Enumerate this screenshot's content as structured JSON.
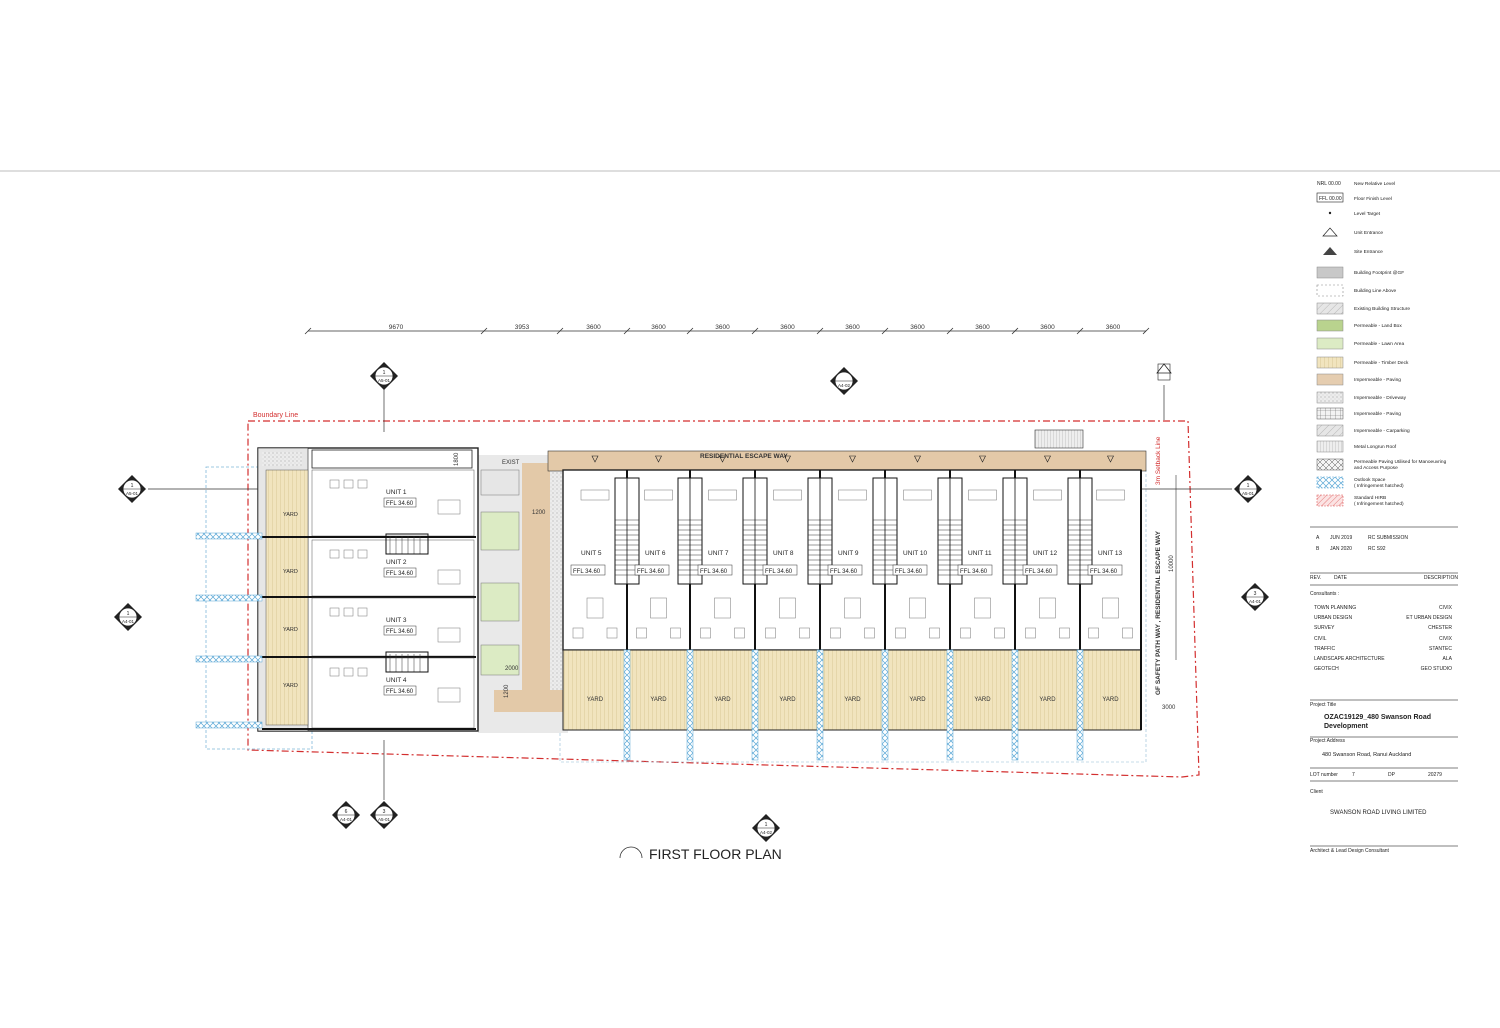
{
  "plan": {
    "title": "FIRST FLOOR PLAN",
    "boundary_label": "Boundary Line",
    "escape_way_label": "RESIDENTIAL ESCAPE WAY",
    "safety_path_label": "GF SAFETY PATH WAY , RESIDENTIAL ESCAPE WAY",
    "setback_label": "3m Setback Line",
    "exist_label": "EXIST",
    "dimensions_top": [
      "9670",
      "3953",
      "3600",
      "3600",
      "3600",
      "3600",
      "3600",
      "3600",
      "3600",
      "3600",
      "3600"
    ],
    "dimension_right": "10000",
    "dimension_bottom_right": "3000",
    "dimension_1200": "1200",
    "dimension_2000": "2000",
    "dimension_1200b": "1200",
    "dimension_1800": "1800",
    "left_units": [
      {
        "name": "UNIT 1",
        "ffl": "FFL 34.60",
        "yard": "YARD"
      },
      {
        "name": "UNIT 2",
        "ffl": "FFL 34.60",
        "yard": "YARD"
      },
      {
        "name": "UNIT 3",
        "ffl": "FFL 34.60",
        "yard": "YARD"
      },
      {
        "name": "UNIT 4",
        "ffl": "FFL 34.60",
        "yard": "YARD"
      }
    ],
    "right_units": [
      {
        "name": "UNIT 5",
        "ffl": "FFL 34.60",
        "yard": "YARD"
      },
      {
        "name": "UNIT 6",
        "ffl": "FFL 34.60",
        "yard": "YARD"
      },
      {
        "name": "UNIT 7",
        "ffl": "FFL 34.60",
        "yard": "YARD"
      },
      {
        "name": "UNIT 8",
        "ffl": "FFL 34.60",
        "yard": "YARD"
      },
      {
        "name": "UNIT 9",
        "ffl": "FFL 34.60",
        "yard": "YARD"
      },
      {
        "name": "UNIT 10",
        "ffl": "FFL 34.60",
        "yard": "YARD"
      },
      {
        "name": "UNIT 11",
        "ffl": "FFL 34.60",
        "yard": "YARD"
      },
      {
        "name": "UNIT 12",
        "ffl": "FFL 34.60",
        "yard": "YARD"
      },
      {
        "name": "UNIT 13",
        "ffl": "FFL 34.60",
        "yard": "YARD"
      }
    ],
    "section_markers": [
      {
        "num": "1",
        "ref": "A5-01"
      },
      {
        "num": "",
        "ref": "A4-02"
      },
      {
        "num": "1",
        "ref": "A5-01"
      },
      {
        "num": "1",
        "ref": "A5-01"
      },
      {
        "num": "1",
        "ref": "A4-01"
      },
      {
        "num": "3",
        "ref": "A4-01"
      },
      {
        "num": "6",
        "ref": "A4-01"
      },
      {
        "num": "3",
        "ref": "A5-01"
      },
      {
        "num": "1",
        "ref": "A4-02"
      }
    ]
  },
  "legend": [
    {
      "symbol": "NRL 00.00",
      "label": "New Relative Level",
      "kind": "text"
    },
    {
      "symbol": "FFL 00.00",
      "label": "Floor Finish Level",
      "kind": "boxtext"
    },
    {
      "symbol": "",
      "label": "Level Target",
      "kind": "dot"
    },
    {
      "symbol": "",
      "label": "Unit Entrance",
      "kind": "tri-open"
    },
    {
      "symbol": "",
      "label": "Site Entrance",
      "kind": "tri-fill"
    },
    {
      "symbol": "",
      "label": "Building Footprint @GF",
      "kind": "fill",
      "color": "#c8c8c8"
    },
    {
      "symbol": "",
      "label": "Building Line Above",
      "kind": "dashed"
    },
    {
      "symbol": "",
      "label": "Existing Building Structure",
      "kind": "hatch",
      "color": "#e6e6e6"
    },
    {
      "symbol": "",
      "label": "Permeable - Land Box",
      "kind": "fill",
      "color": "#b9d38e"
    },
    {
      "symbol": "",
      "label": "Permeable - Lawn Area",
      "kind": "fill",
      "color": "#dcebc4"
    },
    {
      "symbol": "",
      "label": "Permeable - Timber Deck",
      "kind": "stripes",
      "color": "#efe2bd"
    },
    {
      "symbol": "",
      "label": "Impermeable - Paving",
      "kind": "fill",
      "color": "#e5cdb0"
    },
    {
      "symbol": "",
      "label": "Impermeable - Driveway",
      "kind": "dots",
      "color": "#e9e9e9"
    },
    {
      "symbol": "",
      "label": "Impermeable - Paving",
      "kind": "grid",
      "color": "#f2f2f2"
    },
    {
      "symbol": "",
      "label": "Impermeable - Carparking",
      "kind": "hatch",
      "color": "#dcdcdc"
    },
    {
      "symbol": "",
      "label": "Metal Longrun Roof",
      "kind": "vlines",
      "color": "#eeeeee"
    },
    {
      "symbol": "",
      "label": "Permeable Paving Utilised for Manoeuvring and Access Purpose",
      "kind": "cross",
      "color": "#f4f4f4"
    },
    {
      "symbol": "",
      "label": "Outlook Space ( Infringement hatched)",
      "kind": "outlook",
      "color": "#7fb6d9"
    },
    {
      "symbol": "",
      "label": "Standard HIRB ( Infringement hatched)",
      "kind": "hirb",
      "color": "#e06060"
    }
  ],
  "revisions": [
    {
      "rev": "A",
      "date": "JUN 2019",
      "desc": "RC SUBMISSION"
    },
    {
      "rev": "B",
      "date": "JAN 2020",
      "desc": "RC S92"
    }
  ],
  "revision_headers": {
    "rev": "REV.",
    "date": "DATE",
    "desc": "DESCRIPTION"
  },
  "consultants_label": "Consultants :",
  "consultants": [
    {
      "role": "TOWN PLANNING",
      "firm": "CIVIX"
    },
    {
      "role": "URBAN DESIGN",
      "firm": "ET URBAN DESIGN"
    },
    {
      "role": "SURVEY",
      "firm": "CHESTER"
    },
    {
      "role": "CIVIL",
      "firm": "CIVIX"
    },
    {
      "role": "TRAFFIC",
      "firm": "STANTEC"
    },
    {
      "role": "LANDSCAPE ARCHITECTURE",
      "firm": "ALA"
    },
    {
      "role": "GEOTECH",
      "firm": "GEO STUDIO"
    }
  ],
  "project": {
    "title_label": "Project Title",
    "title": "OZAC19129_480 Swanson Road Development",
    "address_label": "Project Address",
    "address": "480 Swanson Road, Ranui   Auckland",
    "lot_label": "LOT number",
    "lot": "7",
    "dp_label": "DP",
    "dp": "20279",
    "client_label": "Client",
    "client": "SWANSON ROAD LIVING LIMITED",
    "architect_label": "Architect & Lead Design Consultant"
  },
  "colors": {
    "boundary": "#d32f2f",
    "outlook": "#5aa7d6",
    "paving": "#e6ccad",
    "deck": "#f0e3bd",
    "lawn": "#dcebc4",
    "landbox": "#b9d38e",
    "footprint": "#c8c8c8"
  }
}
